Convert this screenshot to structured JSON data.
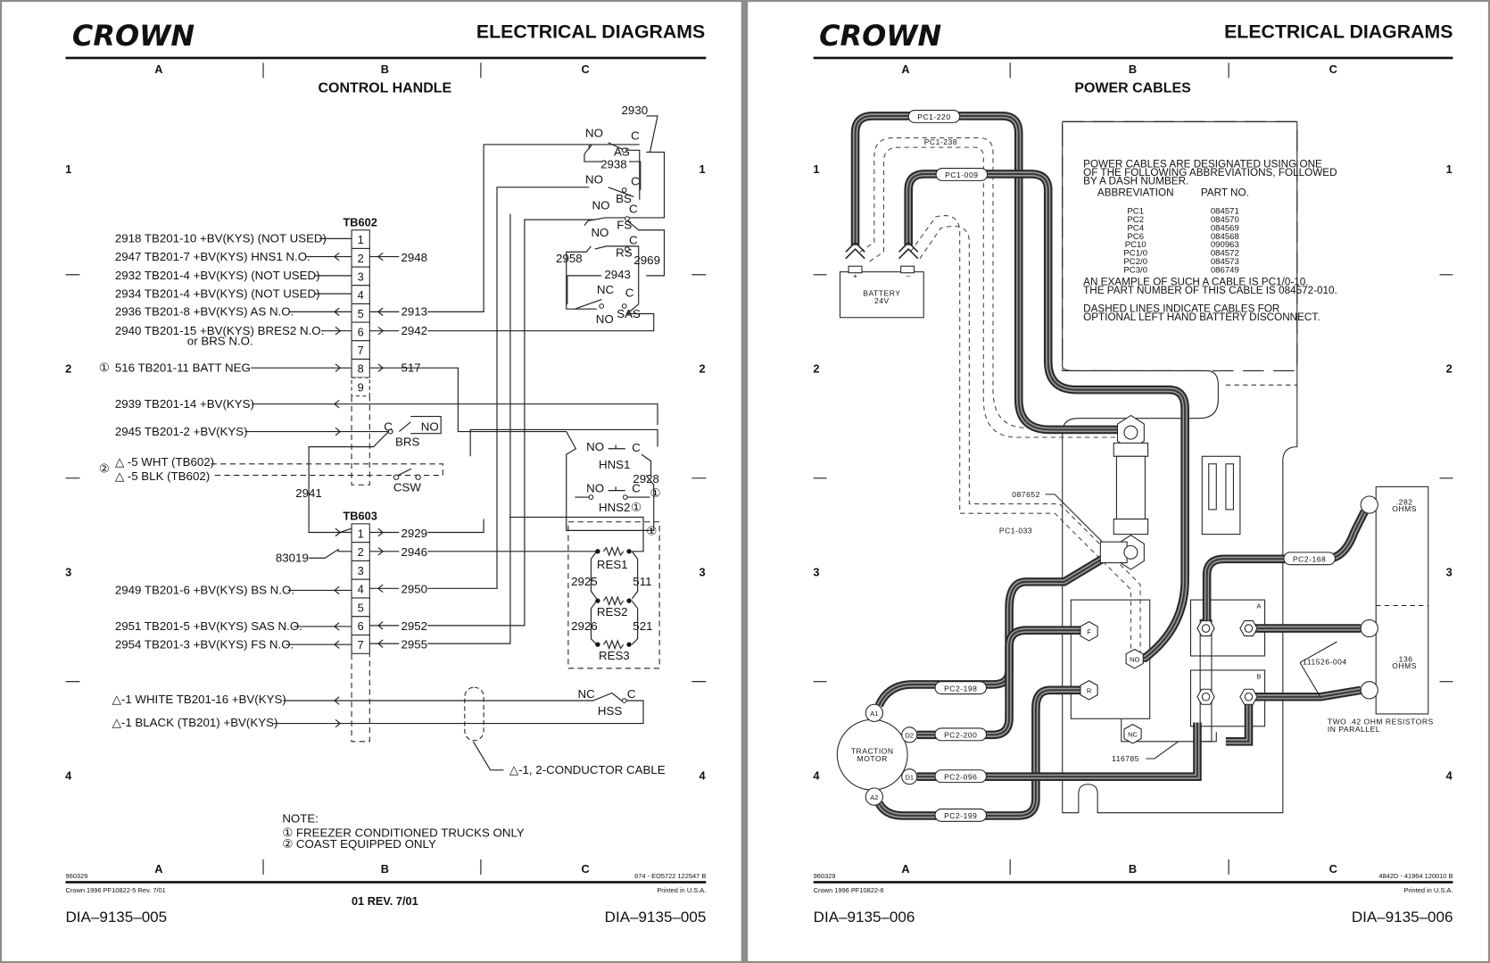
{
  "pages": [
    {
      "logo": "CROWN",
      "header_title": "ELECTRICAL DIAGRAMS",
      "columns": [
        "A",
        "B",
        "C"
      ],
      "rows": [
        "1",
        "2",
        "3",
        "4"
      ],
      "subtitle": "CONTROL HANDLE",
      "footer": {
        "left_code": "960329",
        "right_code": "674 - EO5722   122547 B",
        "copyright": "Crown 1996 PF10822-5 Rev. 7/01",
        "printed": "Printed in U.S.A.",
        "revision": "01 REV. 7/01",
        "dia_left": "DIA–9135–005",
        "dia_right": "DIA–9135–005"
      },
      "tb602": {
        "title": "TB602",
        "terminals": [
          "1",
          "2",
          "3",
          "4",
          "5",
          "6",
          "7",
          "8",
          "9"
        ],
        "left_labels": [
          "2918 TB201-10 +BV(KYS) (NOT USED)",
          "2947  TB201-7 +BV(KYS) HNS1 N.O.",
          "2932 TB201-4 +BV(KYS) (NOT USED)",
          "2934 TB201-4 +BV(KYS) (NOT USED)",
          "2936 TB201-8 +BV(KYS) AS N.O.",
          "2940 TB201-15 +BV(KYS) BRES2 N.O.",
          "or BRS N.O.",
          "516  TB201-11 BATT NEG"
        ],
        "right_labels": [
          "2948",
          "2913",
          "2942",
          "517"
        ]
      },
      "mid_labels": {
        "w2939": "2939 TB201-14 +BV(KYS)",
        "w2945": "2945 TB201-2 +BV(KYS)",
        "wht": "△ -5 WHT (TB602)",
        "blk": "△ -5 BLK (TB602)",
        "w2941": "2941",
        "brs": "BRS",
        "csw": "CSW",
        "c": "C",
        "no": "NO"
      },
      "tb603": {
        "title": "TB603",
        "terminals": [
          "1",
          "2",
          "3",
          "4",
          "5",
          "6",
          "7"
        ],
        "left_labels": [
          "83019",
          "2949 TB201-6 +BV(KYS) BS N.O.",
          "2951 TB201-5 +BV(KYS) SAS N.O.",
          "2954 TB201-3 +BV(KYS) FS N.O."
        ],
        "right_labels": [
          "2929",
          "2946",
          "2950",
          "2952",
          "2955"
        ]
      },
      "switches": {
        "w2930": "2930",
        "w2938": "2938",
        "w2958": "2958",
        "w2969": "2969",
        "w2943": "2943",
        "as": "AS",
        "bs": "BS",
        "fs": "FS",
        "rs": "RS",
        "sas": "SAS",
        "no": "NO",
        "nc": "NC",
        "c": "C",
        "hns1": "HNS1",
        "hns2": "HNS2",
        "w2928": "2928",
        "res1": "RES1",
        "res2": "RES2",
        "res3": "RES3",
        "w2925": "2925",
        "w511": "511",
        "w2926": "2926",
        "w521": "521",
        "hss": "HSS"
      },
      "cable_labels": {
        "white": "△-1 WHITE TB201-16 +BV(KYS)",
        "black": "△-1 BLACK (TB201) +BV(KYS)",
        "conductor": "△-1, 2-CONDUCTOR CABLE"
      },
      "note": {
        "title": "NOTE:",
        "items": [
          "① FREEZER CONDITIONED TRUCKS ONLY",
          "② COAST EQUIPPED ONLY"
        ]
      },
      "markers": {
        "one": "①",
        "two": "②"
      }
    },
    {
      "logo": "CROWN",
      "header_title": "ELECTRICAL DIAGRAMS",
      "columns": [
        "A",
        "B",
        "C"
      ],
      "rows": [
        "1",
        "2",
        "3",
        "4"
      ],
      "subtitle": "POWER CABLES",
      "footer": {
        "left_code": "960329",
        "right_code": "4842D - 41964   120010 B",
        "copyright": "Crown 1996 PF10822-6",
        "printed": "Printed in U.S.A.",
        "dia_left": "DIA–9135–006",
        "dia_right": "DIA–9135–006"
      },
      "info_box": {
        "intro": [
          "POWER CABLES ARE DESIGNATED USING ONE",
          "OF THE FOLLOWING ABBREVIATIONS, FOLLOWED",
          "BY A DASH NUMBER."
        ],
        "headers": [
          "ABBREVIATION",
          "PART NO."
        ],
        "table": [
          [
            "PC1",
            "084571"
          ],
          [
            "PC2",
            "084570"
          ],
          [
            "PC4",
            "084569"
          ],
          [
            "PC6",
            "084568"
          ],
          [
            "PC10",
            "090963"
          ],
          [
            "PC1/0",
            "084572"
          ],
          [
            "PC2/0",
            "084573"
          ],
          [
            "PC3/0",
            "086749"
          ]
        ],
        "example": [
          "AN EXAMPLE OF SUCH A CABLE IS PC1/0-10.",
          "THE PART NUMBER OF THIS CABLE IS 084572-010."
        ],
        "dashed_note": [
          "DASHED LINES INDICATE CABLES FOR",
          "OPTIONAL LEFT HAND BATTERY DISCONNECT."
        ]
      },
      "cables": {
        "pc1_220": "PC1-220",
        "pc1_238": "PC1-238",
        "pc1_009": "PC1-009",
        "pc1_033": "PC1-033",
        "pc2_168": "PC2-168",
        "pc2_198": "PC2-198",
        "pc2_200": "PC2-200",
        "pc2_096": "PC2-096",
        "pc2_199": "PC2-199"
      },
      "components": {
        "battery": [
          "BATTERY",
          "24V"
        ],
        "plus": "+",
        "minus": "–",
        "fuse_part": "087652",
        "motor": [
          "TRACTION",
          "MOTOR"
        ],
        "a1": "A1",
        "a2": "A2",
        "d1": "D1",
        "d2": "D2",
        "f": "F",
        "r": "R",
        "no": "NO",
        "nc": "NC",
        "contact_a": "A",
        "contact_b": "B",
        "part_116785": "116785",
        "part_111526": "111526-004",
        "res_top": [
          ".282",
          "OHMS"
        ],
        "res_bot": [
          ".136",
          "OHMS"
        ],
        "resistor_note": [
          "TWO .42 OHM RESISTORS",
          "IN PARALLEL"
        ]
      }
    }
  ]
}
